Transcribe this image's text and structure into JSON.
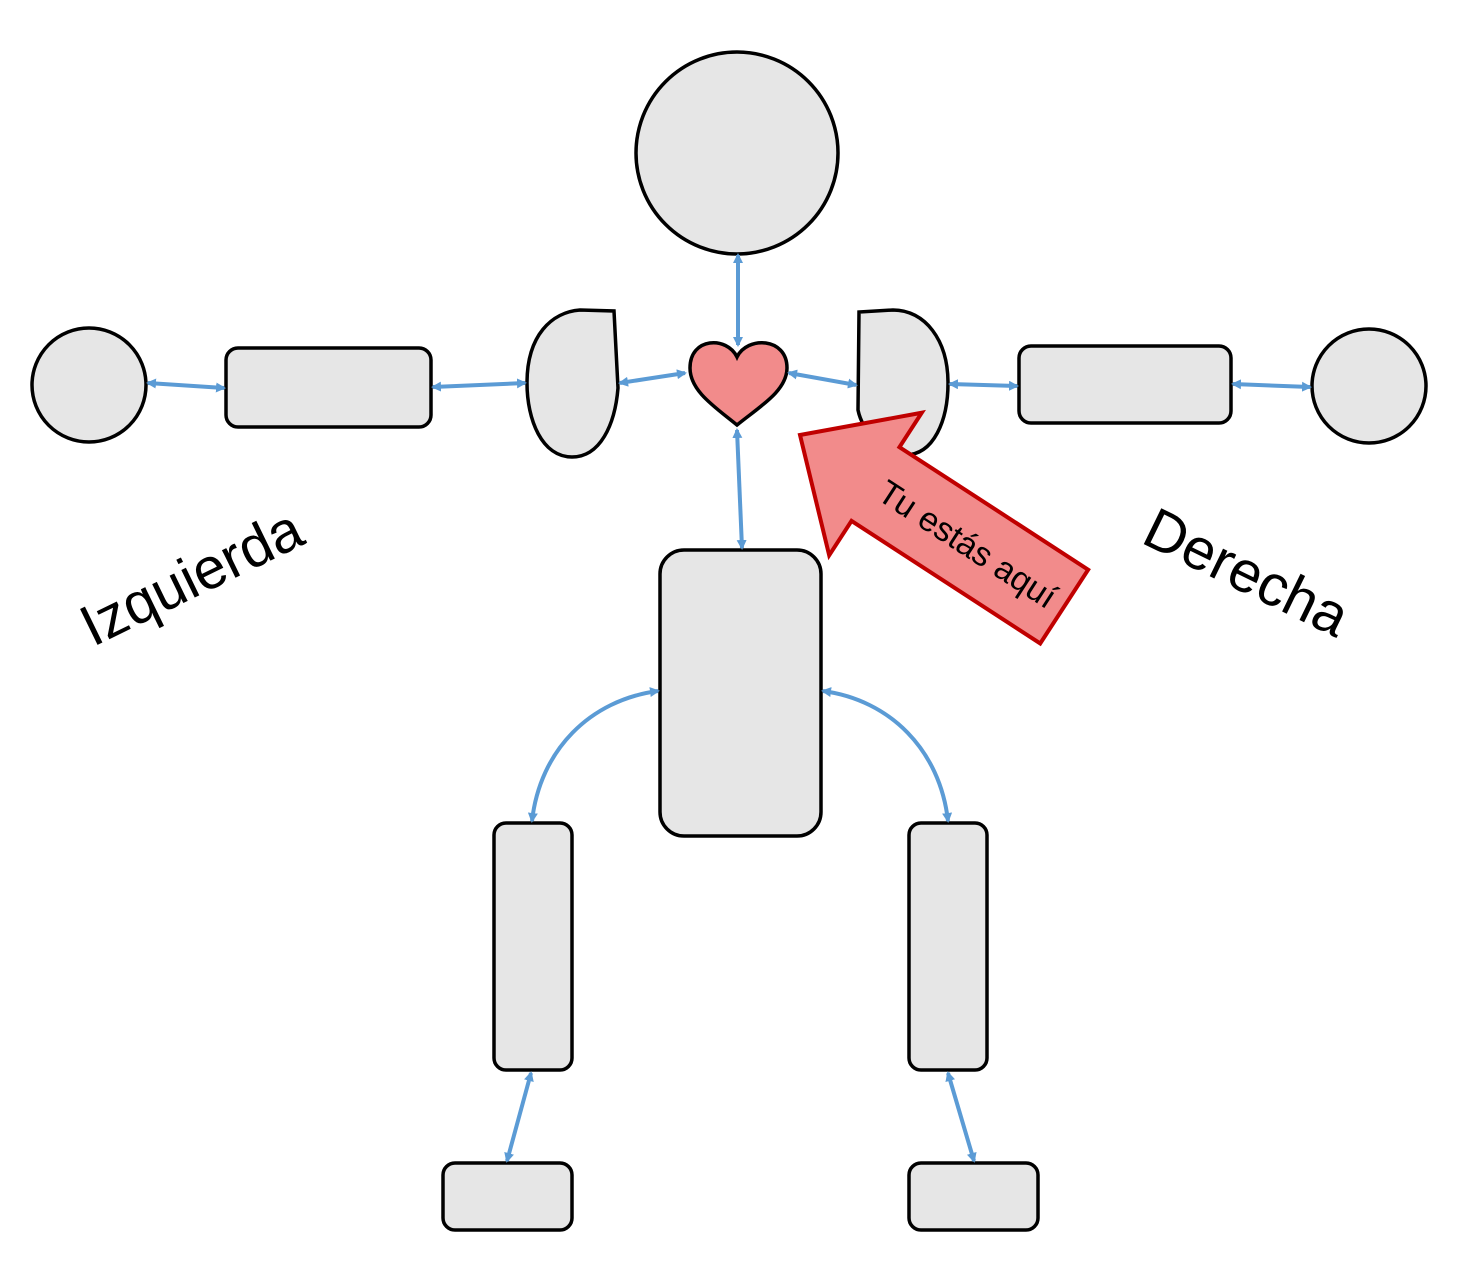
{
  "labels": {
    "left": "Izquierda",
    "right": "Derecha",
    "pointer": "Tu estás aquí"
  },
  "colors": {
    "part_fill": "#e6e6e6",
    "part_stroke": "#000000",
    "connector": "#5b9bd5",
    "heart_fill": "#f28b8b",
    "pointer_fill": "#f28b8b",
    "pointer_stroke": "#c00000"
  },
  "icons": {
    "heart": "heart-icon"
  }
}
